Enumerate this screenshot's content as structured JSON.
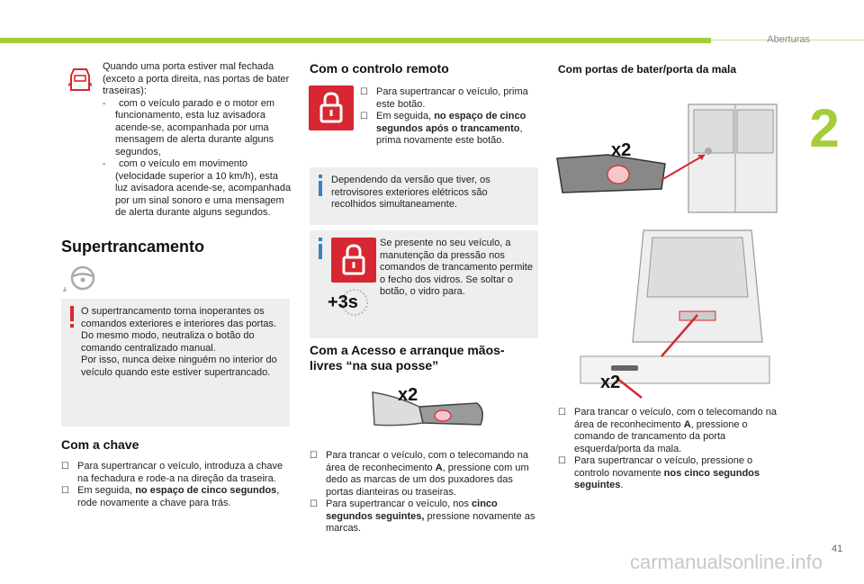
{
  "header": {
    "section": "Aberturas",
    "chapter": "2",
    "page_number": "41"
  },
  "col1": {
    "door_warning_text": "Quando uma porta estiver mal fechada (exceto a porta direita, nas portas de bater traseiras):",
    "door_warning_dash1": "com o veículo parado e o motor em funcionamento, esta luz avisadora acende-se, acompanhada por uma mensagem de alerta durante alguns segundos,",
    "door_warning_dash2": "com o veículo em movimento (velocidade superior a 10 km/h), esta luz avisadora acende-se, acompanhada por um sinal sonoro e uma mensagem de alerta durante alguns segundos.",
    "supertrancamento_title": "Supertrancamento",
    "warning_box_text_1": "O supertrancamento torna inoperantes os comandos exteriores e interiores das portas.",
    "warning_box_text_2": "Do mesmo modo, neutraliza o botão do comando centralizado manual.",
    "warning_box_text_3": "Por isso, nunca deixe ninguém no interior do veículo quando este estiver supertrancado.",
    "chave_title": "Com a chave",
    "chave_bullet1": "Para supertrancar o veículo, introduza a chave na fechadura e rode-a na direção da traseira.",
    "chave_bullet2_pre": "Em seguida, ",
    "chave_bullet2_bold": "no espaço de cinco segundos",
    "chave_bullet2_post": ", rode novamente a chave para trás."
  },
  "col2": {
    "remote_title": "Com o controlo remoto",
    "remote_bullet1": "Para supertrancar o veículo, prima este botão.",
    "remote_bullet2_pre": "Em seguida, ",
    "remote_bullet2_bold": "no espaço de cinco segundos após o trancamento",
    "remote_bullet2_post": ", prima novamente este botão.",
    "info1_text": "Dependendo da versão que tiver, os retrovisores exteriores elétricos são recolhidos simultaneamente.",
    "info2_text": "Se presente no seu veículo, a manutenção da pressão nos comandos de trancamento permite o fecho dos vidros. Se soltar o botão, o vidro para.",
    "info2_badge": "+3s",
    "keyless_title_1": "Com a Acesso e arranque mãos-",
    "keyless_title_2": "livres “na sua posse”",
    "keyless_badge": "x2",
    "keyless_bullet1_pre": "Para trancar o veículo, com o telecomando na área de reconhecimento ",
    "keyless_bullet1_bold": "A",
    "keyless_bullet1_post": ", pressione com um dedo as marcas de um dos puxadores das portas dianteiras ou traseiras.",
    "keyless_bullet2_pre": "Para supertrancar o veículo, nos ",
    "keyless_bullet2_bold": "cinco segundos seguintes,",
    "keyless_bullet2_post": " pressione novamente as marcas."
  },
  "col3": {
    "rear_title": "Com portas de bater/porta da mala",
    "badge_top": "x2",
    "badge_bottom": "x2",
    "rear_bullet1_pre": "Para trancar o veículo, com o telecomando na área de reconhecimento ",
    "rear_bullet1_bold": "A",
    "rear_bullet1_post": ", pressione o comando de trancamento da porta esquerda/porta da mala.",
    "rear_bullet2_pre": "Para supertrancar o veículo, pressione o controlo novamente ",
    "rear_bullet2_bold": "nos cinco segundos seguintes",
    "rear_bullet2_post": "."
  },
  "footer": {
    "watermark": "carmanualsonline.info"
  },
  "colors": {
    "accent_green": "#a5cd39",
    "warning_red": "#d72732",
    "info_blue": "#3a7fc1",
    "box_grey": "#eeeeee"
  },
  "icons": [
    "door-open-warning-icon",
    "steering-wheel-icon",
    "warning-exclamation-icon",
    "padlock-icon",
    "info-icon",
    "hand-remote-icon",
    "van-rear-icon"
  ]
}
